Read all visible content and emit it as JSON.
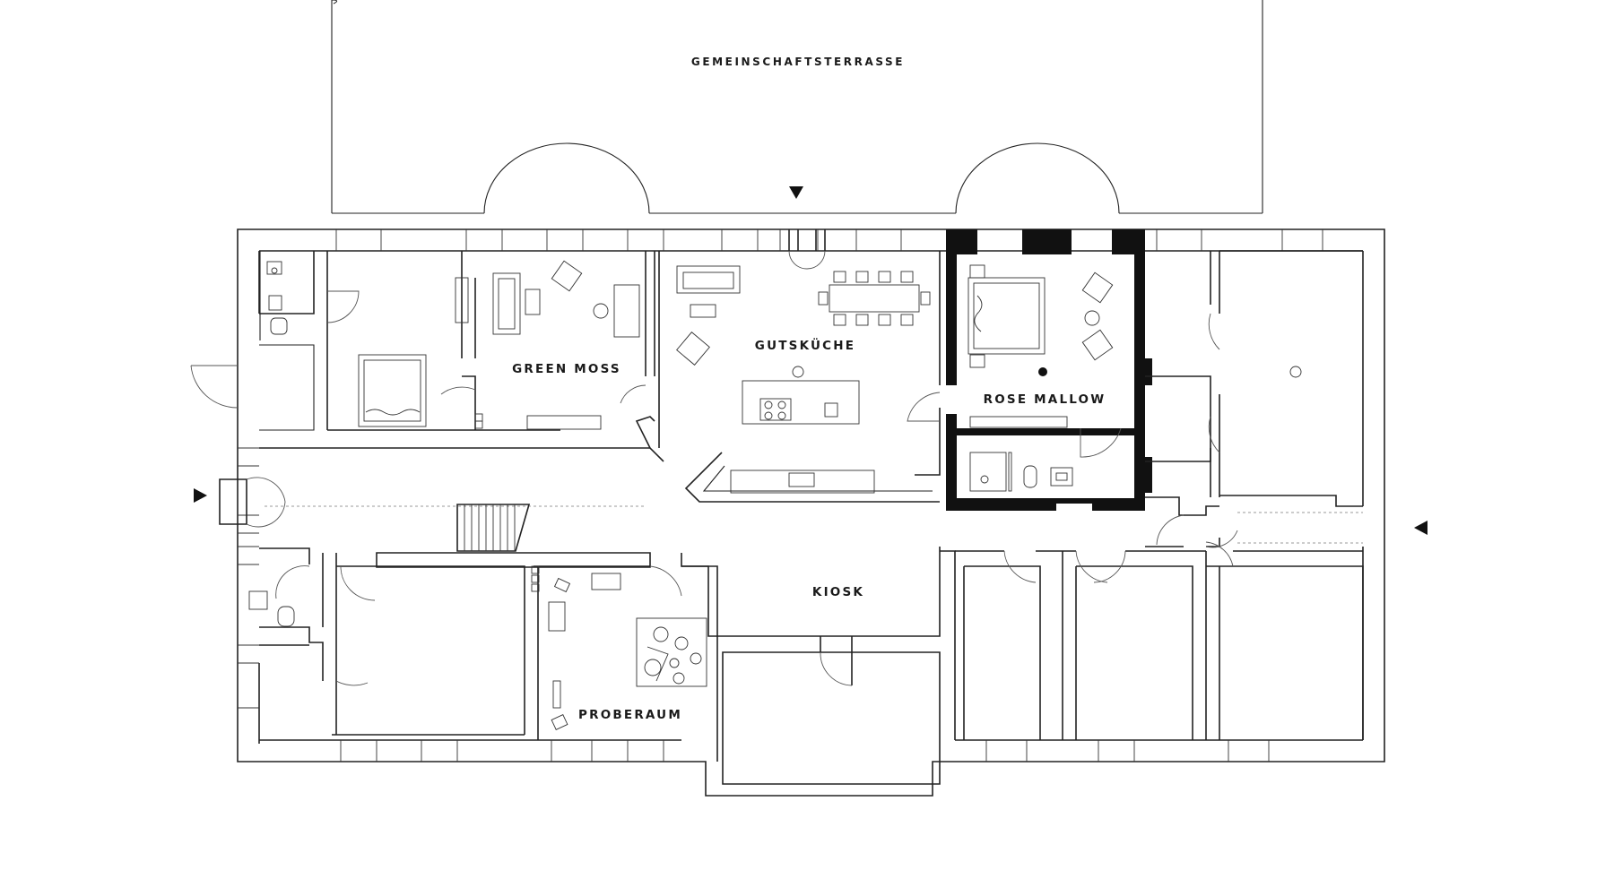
{
  "rooms": {
    "terrace": "GEMEINSCHAFTSTERRASSE",
    "green_moss": "GREEN MOSS",
    "kitchen": "GUTSKÜCHE",
    "rose_mallow": "ROSE MALLOW",
    "kiosk": "KIOSK",
    "proberaum": "PROBERAUM"
  },
  "colors": {
    "lines": "#222222",
    "highlight": "#111111",
    "background": "#ffffff"
  },
  "icons": {
    "entrance_marker": "triangle-arrow-icon"
  }
}
